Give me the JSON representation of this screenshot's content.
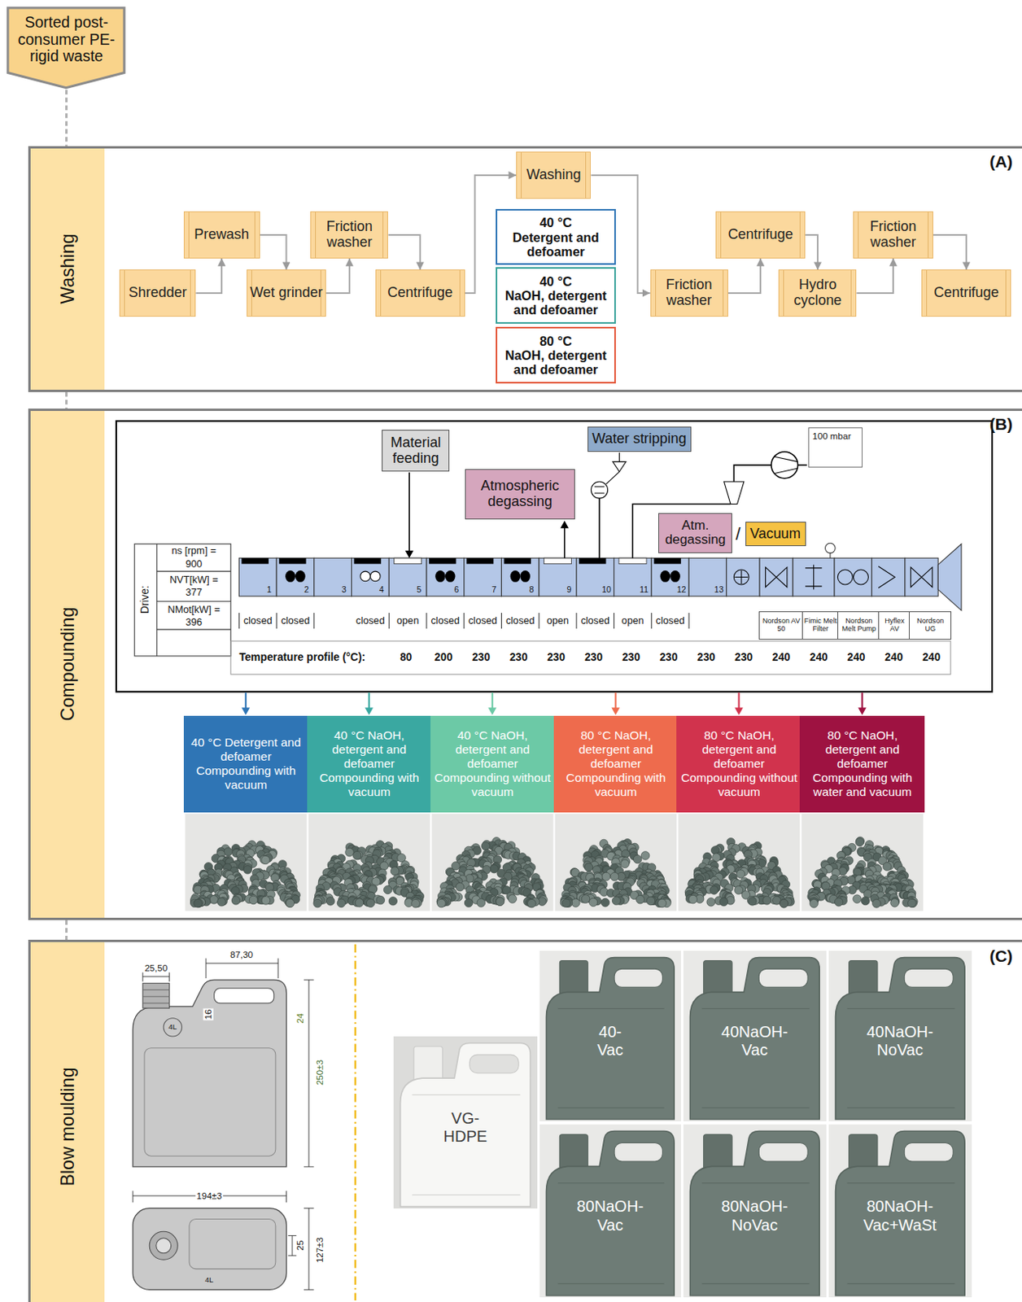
{
  "diagram": {
    "nodes": [
      {
        "text": [
          "Sorted post-consumer PE-rigid waste"
        ]
      },
      {
        "text": [
          "Washing",
          "(A)"
        ]
      },
      {
        "text": [
          "Shredder"
        ],
        "in": 1
      },
      {
        "text": [
          "Prewash"
        ],
        "in": 1
      },
      {
        "text": [
          "Wet grinder"
        ],
        "in": 1
      },
      {
        "text": [
          "Friction washer"
        ],
        "in": 1
      },
      {
        "text": [
          "Centrifuge"
        ],
        "in": 1
      },
      {
        "text": [
          "Washing"
        ],
        "in": 1
      },
      {
        "text": [
          "40 °C",
          "Detergent and defoamer"
        ],
        "in": 1
      },
      {
        "text": [
          "40 °C",
          "NaOH, detergent and defoamer"
        ],
        "in": 1
      },
      {
        "text": [
          "80 °C",
          "NaOH, detergent and defoamer"
        ],
        "in": 1
      },
      {
        "text": [
          "Friction washer"
        ],
        "in": 1
      },
      {
        "text": [
          "Centrifuge"
        ],
        "in": 1
      },
      {
        "text": [
          "Hydro cyclone"
        ],
        "in": 1
      },
      {
        "text": [
          "Friction washer"
        ],
        "in": 1
      },
      {
        "text": [
          "Centrifuge"
        ],
        "in": 1
      },
      {
        "text": [
          "Compounding",
          "(B)"
        ]
      },
      {
        "text": [
          "Material feeding"
        ],
        "in": 16
      },
      {
        "text": [
          "Atmospheric degassing"
        ],
        "in": 16
      },
      {
        "text": [
          "Water stripping"
        ],
        "in": 16
      },
      {
        "text": [
          "Atm. degassing"
        ],
        "in": 16
      },
      {
        "text": [
          "Vacuum"
        ],
        "in": 16
      },
      {
        "text": [
          "100 mbar"
        ],
        "in": 16
      },
      {
        "text": [
          "Nordson AV 50"
        ],
        "in": 16
      },
      {
        "text": [
          "Fimic Melt Filter"
        ],
        "in": 16
      },
      {
        "text": [
          "Nordson Melt Pump"
        ],
        "in": 16
      },
      {
        "text": [
          "Hyflex AV"
        ],
        "in": 16
      },
      {
        "text": [
          "Nordson UG"
        ],
        "in": 16
      },
      {
        "text": [
          "40 °C Detergent and defoamer Compounding with vacuum"
        ],
        "in": 16
      },
      {
        "text": [
          "40 °C NaOH, detergent and defoamer Compounding with vacuum"
        ],
        "in": 16
      },
      {
        "text": [
          "40 °C NaOH, detergent and defoamer Compounding without vacuum"
        ],
        "in": 16
      },
      {
        "text": [
          "80 °C NaOH, detergent and defoamer Compounding with vacuum"
        ],
        "in": 16
      },
      {
        "text": [
          "80 °C NaOH, detergent and defoamer Compounding without vacuum"
        ],
        "in": 16
      },
      {
        "text": [
          "80 °C NaOH, detergent and defoamer Compounding with water and vacuum"
        ],
        "in": 16
      },
      {
        "text": [
          "Blow moulding",
          "(C)"
        ]
      },
      {
        "text": [
          "VG- HDPE"
        ],
        "in": 34
      },
      {
        "text": [
          "40- Vac"
        ],
        "in": 34
      },
      {
        "text": [
          "40NaOH- Vac"
        ],
        "in": 34
      },
      {
        "text": [
          "40NaOH- NoVac"
        ],
        "in": 34
      },
      {
        "text": [
          "80NaOH- Vac"
        ],
        "in": 34
      },
      {
        "text": [
          "80NaOH- NoVac"
        ],
        "in": 34
      },
      {
        "text": [
          "80NaOH- Vac+WaSt"
        ],
        "in": 34
      }
    ],
    "edges": [
      {
        "from": 0,
        "to": 1,
        "arrow": "none"
      },
      {
        "from": 1,
        "to": 16,
        "arrow": "none"
      },
      {
        "from": 16,
        "to": 34,
        "arrow": "none"
      },
      {
        "from": 2,
        "to": 3,
        "arrow": "to"
      },
      {
        "from": 3,
        "to": 4,
        "arrow": "to"
      },
      {
        "from": 4,
        "to": 5,
        "arrow": "to"
      },
      {
        "from": 5,
        "to": 6,
        "arrow": "to"
      },
      {
        "from": 6,
        "to": 7,
        "arrow": "to"
      },
      {
        "from": 7,
        "to": 11,
        "arrow": "to"
      },
      {
        "from": 11,
        "to": 12,
        "arrow": "to"
      },
      {
        "from": 12,
        "to": 13,
        "arrow": "to"
      },
      {
        "from": 13,
        "to": 14,
        "arrow": "to"
      },
      {
        "from": 14,
        "to": 15,
        "arrow": "to"
      }
    ],
    "labels": [
      "Drive:",
      "ns [rpm] =",
      "900",
      "NVT[kW] =",
      "377",
      "NMot[kW] =",
      "396",
      "1",
      "2",
      "3",
      "4",
      "5",
      "6",
      "7",
      "8",
      "9",
      "10",
      "11",
      "12",
      "13",
      "closed",
      "closed",
      "closed",
      "open",
      "closed",
      "closed",
      "closed",
      "open",
      "closed",
      "open",
      "closed",
      "Temperature profile (°C):",
      "80",
      "200",
      "230",
      "230",
      "230",
      "230",
      "230",
      "230",
      "230",
      "230",
      "240",
      "240",
      "240",
      "240",
      "240",
      "/",
      "87,30",
      "25,50",
      "16",
      "24",
      "250±3",
      "194±3",
      "25",
      "127±3",
      "4L",
      "4L"
    ]
  }
}
